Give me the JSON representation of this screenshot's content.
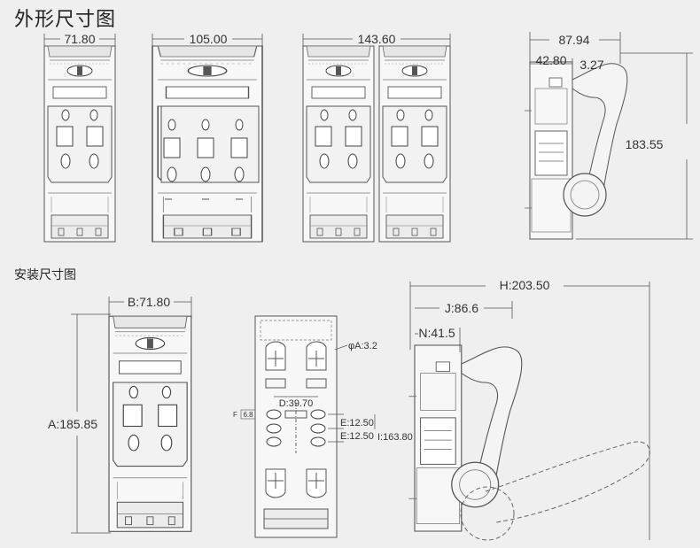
{
  "titles": {
    "outline": "外形尺寸图",
    "mounting": "安装尺寸图"
  },
  "outline_dims": {
    "w1p": "71.80",
    "w2p": "105.00",
    "w3p": "143.60",
    "side_total": "87.94",
    "side_a": "42.80",
    "side_b": "3.27",
    "side_h": "183.55"
  },
  "mount_dims": {
    "A": "A:185.85",
    "B": "B:71.80",
    "H": "H:203.50",
    "J": "J:86.6",
    "N": "N:41.5",
    "phiA": "φA:3.2",
    "D": "D:39.70",
    "E1": "E:12.50",
    "E2": "E:12.50",
    "I": "I:163.80",
    "F": "F",
    "F_val": "6.8"
  },
  "colors": {
    "line": "#555555",
    "fill": "#f7f7f7",
    "background": "#efefef"
  }
}
